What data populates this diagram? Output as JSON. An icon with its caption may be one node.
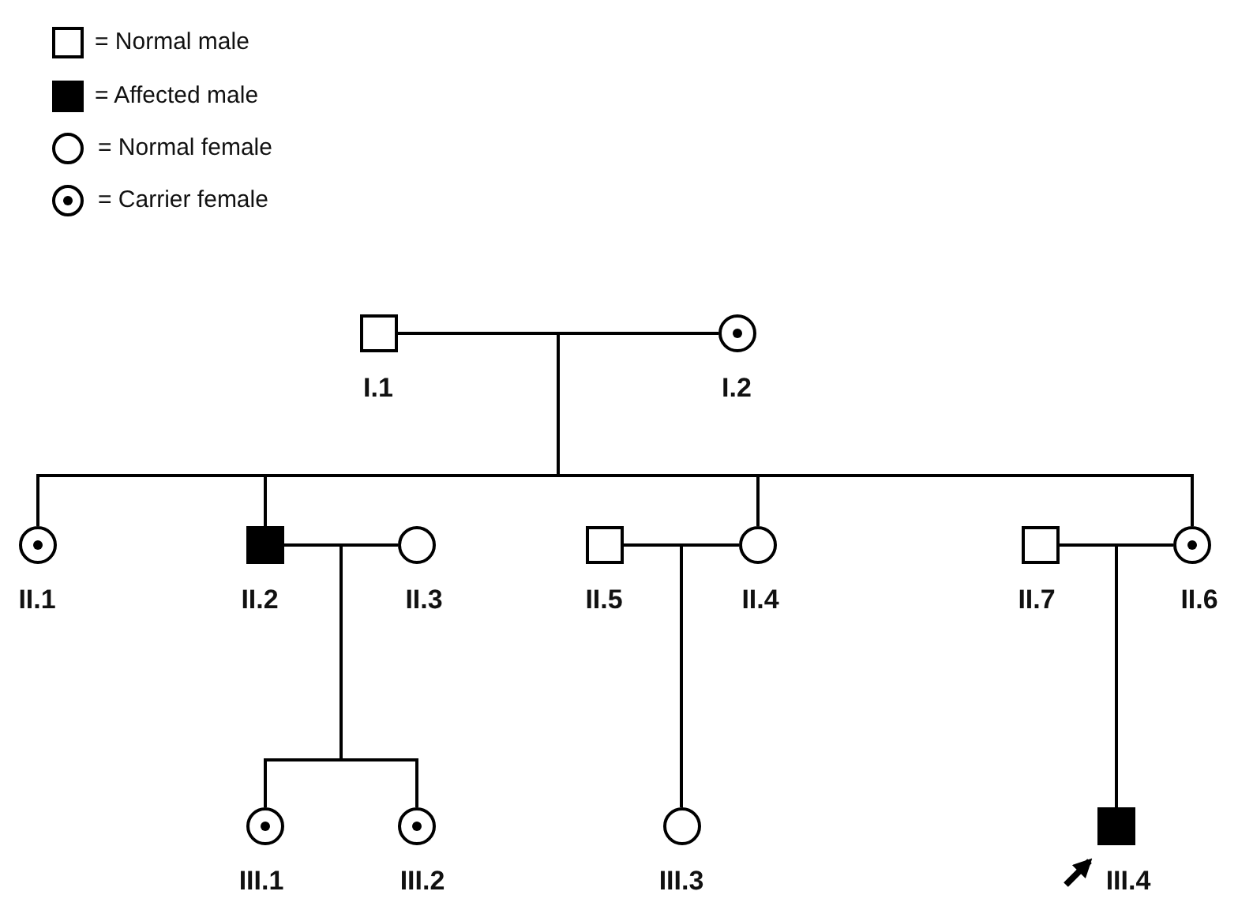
{
  "diagram": {
    "nodes": [
      {
        "text": [
          "I.1"
        ]
      },
      {
        "text": [
          "I.2"
        ]
      },
      {
        "text": [
          "II.1"
        ]
      },
      {
        "text": [
          "II.2"
        ]
      },
      {
        "text": [
          "II.3"
        ]
      },
      {
        "text": [
          "II.5"
        ]
      },
      {
        "text": [
          "II.4"
        ]
      },
      {
        "text": [
          "II.7"
        ]
      },
      {
        "text": [
          "II.6"
        ]
      },
      {
        "text": [
          "III.1"
        ]
      },
      {
        "text": [
          "III.2"
        ]
      },
      {
        "text": [
          "III.3"
        ]
      },
      {
        "text": [
          "III.4"
        ]
      }
    ],
    "edges": [
      {
        "from": 0,
        "to": 1,
        "arrow": "none"
      },
      {
        "from": 1,
        "to": 2,
        "arrow": "none"
      },
      {
        "from": 1,
        "to": 3,
        "arrow": "none"
      },
      {
        "from": 1,
        "to": 6,
        "arrow": "none"
      },
      {
        "from": 1,
        "to": 8,
        "arrow": "none"
      },
      {
        "from": 3,
        "to": 4,
        "arrow": "none"
      },
      {
        "from": 5,
        "to": 6,
        "arrow": "none"
      },
      {
        "from": 7,
        "to": 8,
        "arrow": "none"
      },
      {
        "from": 4,
        "to": 9,
        "arrow": "none"
      },
      {
        "from": 4,
        "to": 10,
        "arrow": "none"
      },
      {
        "from": 6,
        "to": 11,
        "arrow": "none"
      },
      {
        "from": 8,
        "to": 12,
        "arrow": "none"
      },
      {
        "from": null,
        "to": 12,
        "arrow": "to",
        "style": "thick"
      }
    ],
    "legend": [
      {
        "text": "= Normal male"
      },
      {
        "text": "= Affected male"
      },
      {
        "text": "= Normal female"
      },
      {
        "text": "= Carrier female"
      }
    ]
  }
}
